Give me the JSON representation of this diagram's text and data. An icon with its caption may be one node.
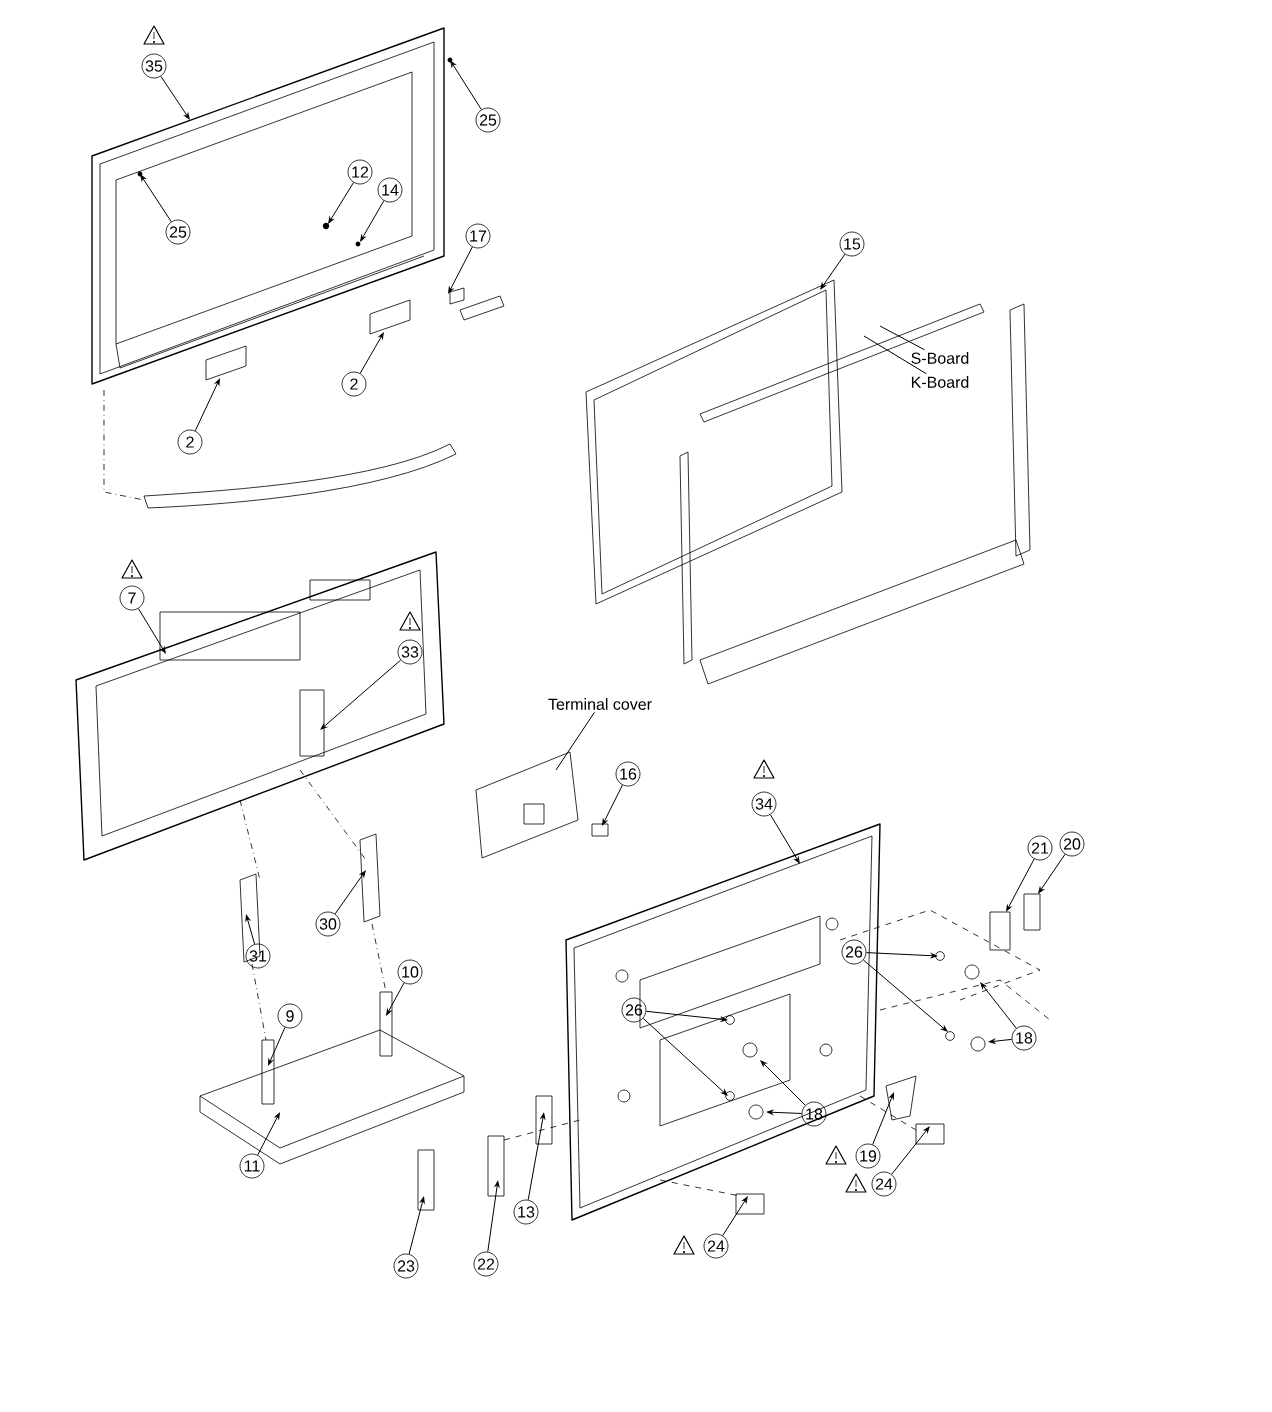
{
  "diagram": {
    "nodes": [
      {
        "text": [
          "35"
        ]
      },
      {
        "text": [
          "25"
        ]
      },
      {
        "text": [
          "25"
        ]
      },
      {
        "text": [
          "12"
        ]
      },
      {
        "text": [
          "14"
        ]
      },
      {
        "text": [
          "17"
        ]
      },
      {
        "text": [
          "15"
        ]
      },
      {
        "text": [
          "S-Board"
        ]
      },
      {
        "text": [
          "K-Board"
        ]
      },
      {
        "text": [
          "2"
        ]
      },
      {
        "text": [
          "2"
        ]
      },
      {
        "text": [
          "7"
        ]
      },
      {
        "text": [
          "33"
        ]
      },
      {
        "text": [
          "Terminal cover"
        ]
      },
      {
        "text": [
          "16"
        ]
      },
      {
        "text": [
          "34"
        ]
      },
      {
        "text": [
          "21"
        ]
      },
      {
        "text": [
          "20"
        ]
      },
      {
        "text": [
          "30"
        ]
      },
      {
        "text": [
          "31"
        ]
      },
      {
        "text": [
          "26"
        ]
      },
      {
        "text": [
          "10"
        ]
      },
      {
        "text": [
          "26"
        ]
      },
      {
        "text": [
          "9"
        ]
      },
      {
        "text": [
          "18"
        ]
      },
      {
        "text": [
          "18"
        ]
      },
      {
        "text": [
          "19"
        ]
      },
      {
        "text": [
          "11"
        ]
      },
      {
        "text": [
          "24"
        ]
      },
      {
        "text": [
          "13"
        ]
      },
      {
        "text": [
          "24"
        ]
      },
      {
        "text": [
          "23"
        ]
      },
      {
        "text": [
          "22"
        ]
      }
    ],
    "edges": [
      {
        "from": 0,
        "to": null,
        "arrow": "to"
      },
      {
        "from": 1,
        "to": null,
        "arrow": "to"
      },
      {
        "from": 2,
        "to": null,
        "arrow": "to"
      },
      {
        "from": 3,
        "to": null,
        "arrow": "to"
      },
      {
        "from": 4,
        "to": null,
        "arrow": "to"
      },
      {
        "from": 5,
        "to": null,
        "arrow": "to"
      },
      {
        "from": 6,
        "to": null,
        "arrow": "to"
      },
      {
        "from": 7,
        "to": null,
        "arrow": "none"
      },
      {
        "from": 8,
        "to": null,
        "arrow": "none"
      },
      {
        "from": 9,
        "to": null,
        "arrow": "to"
      },
      {
        "from": 10,
        "to": null,
        "arrow": "to"
      },
      {
        "from": 11,
        "to": null,
        "arrow": "to"
      },
      {
        "from": 12,
        "to": null,
        "arrow": "to"
      },
      {
        "from": 13,
        "to": null,
        "arrow": "none"
      },
      {
        "from": 14,
        "to": null,
        "arrow": "to"
      },
      {
        "from": 15,
        "to": null,
        "arrow": "to"
      },
      {
        "from": 16,
        "to": null,
        "arrow": "to"
      },
      {
        "from": 17,
        "to": null,
        "arrow": "to"
      },
      {
        "from": 18,
        "to": null,
        "arrow": "to"
      },
      {
        "from": 19,
        "to": null,
        "arrow": "to"
      },
      {
        "from": 20,
        "to": null,
        "arrow": "to"
      },
      {
        "from": 20,
        "to": null,
        "arrow": "to"
      },
      {
        "from": 21,
        "to": null,
        "arrow": "to"
      },
      {
        "from": 22,
        "to": null,
        "arrow": "to"
      },
      {
        "from": 22,
        "to": null,
        "arrow": "to"
      },
      {
        "from": 23,
        "to": null,
        "arrow": "to"
      },
      {
        "from": 24,
        "to": null,
        "arrow": "to"
      },
      {
        "from": 24,
        "to": null,
        "arrow": "to"
      },
      {
        "from": 25,
        "to": null,
        "arrow": "to"
      },
      {
        "from": 25,
        "to": null,
        "arrow": "to"
      },
      {
        "from": 26,
        "to": null,
        "arrow": "to"
      },
      {
        "from": 27,
        "to": null,
        "arrow": "to"
      },
      {
        "from": 28,
        "to": null,
        "arrow": "to"
      },
      {
        "from": 29,
        "to": null,
        "arrow": "to"
      },
      {
        "from": 30,
        "to": null,
        "arrow": "to"
      },
      {
        "from": 31,
        "to": null,
        "arrow": "to"
      },
      {
        "from": 32,
        "to": null,
        "arrow": "to"
      }
    ]
  }
}
